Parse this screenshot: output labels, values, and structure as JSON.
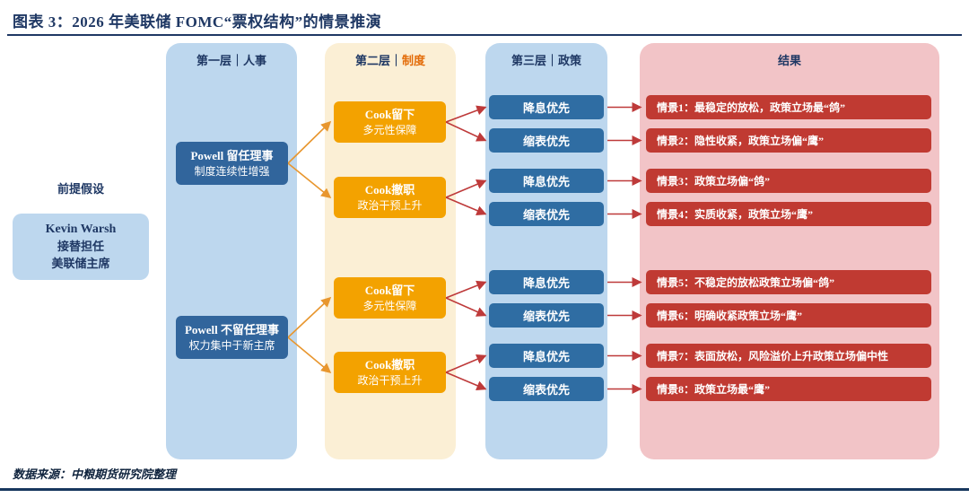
{
  "title": "图表 3：2026 年美联储 FOMC“票权结构”的情景推演",
  "source": "数据来源：中粮期货研究院整理",
  "premise": {
    "label": "前提假设",
    "line1": "Kevin Warsh",
    "line2": "接替担任",
    "line3": "美联储主席"
  },
  "columns": {
    "layer1": {
      "prefix": "第一层｜",
      "suffix": "人事"
    },
    "layer2": {
      "prefix": "第二层｜",
      "suffix": "制度"
    },
    "layer3": {
      "prefix": "第三层｜",
      "suffix": "政策"
    },
    "result": {
      "header": "结果"
    }
  },
  "personnel": [
    {
      "line1": "Powell 留任理事",
      "line2": "制度连续性增强"
    },
    {
      "line1": "Powell 不留任理事",
      "line2": "权力集中于新主席"
    }
  ],
  "institution": [
    {
      "line1": "Cook留下",
      "line2": "多元性保障"
    },
    {
      "line1": "Cook撤职",
      "line2": "政治干预上升"
    },
    {
      "line1": "Cook留下",
      "line2": "多元性保障"
    },
    {
      "line1": "Cook撤职",
      "line2": "政治干预上升"
    }
  ],
  "policy": [
    "降息优先",
    "缩表优先",
    "降息优先",
    "缩表优先",
    "降息优先",
    "缩表优先",
    "降息优先",
    "缩表优先"
  ],
  "results": [
    "情景1：最稳定的放松，政策立场最“鸽”",
    "情景2：隐性收紧，政策立场偏“鹰”",
    "情景3：政策立场偏“鸽”",
    "情景4：实质收紧，政策立场“鹰”",
    "情景5：不稳定的放松政策立场偏“鸽”",
    "情景6：明确收紧政策立场“鹰”",
    "情景7：表面放松，风险溢价上升政策立场偏中性",
    "情景8：政策立场最“鹰”"
  ],
  "colors": {
    "title_navy": "#1F3864",
    "column_blue": "#BDD7EE",
    "column_cream": "#FBEFD5",
    "column_pink": "#F2C4C7",
    "node_blue": "#31659C",
    "node_orange": "#F3A200",
    "result_red": "#C03A32",
    "connector_orange": "#E8962E",
    "connector_red": "#BE3A3A"
  }
}
